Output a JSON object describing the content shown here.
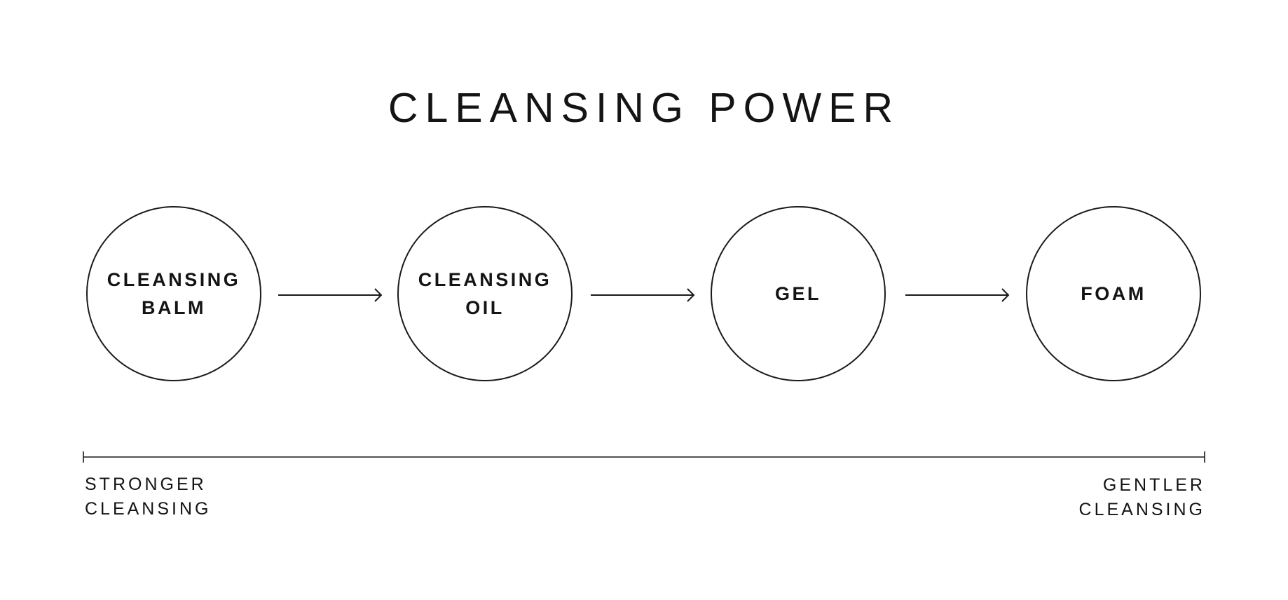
{
  "title": "CLEANSING POWER",
  "colors": {
    "background": "#ffffff",
    "ink": "#141414"
  },
  "steps": [
    {
      "lines": [
        "CLEANSING",
        "BALM"
      ]
    },
    {
      "lines": [
        "CLEANSING",
        "OIL"
      ]
    },
    {
      "lines": [
        "GEL"
      ]
    },
    {
      "lines": [
        "FOAM"
      ]
    }
  ],
  "scale": {
    "left_label": [
      "STRONGER",
      "CLEANSING"
    ],
    "right_label": [
      "GENTLER",
      "CLEANSING"
    ]
  }
}
